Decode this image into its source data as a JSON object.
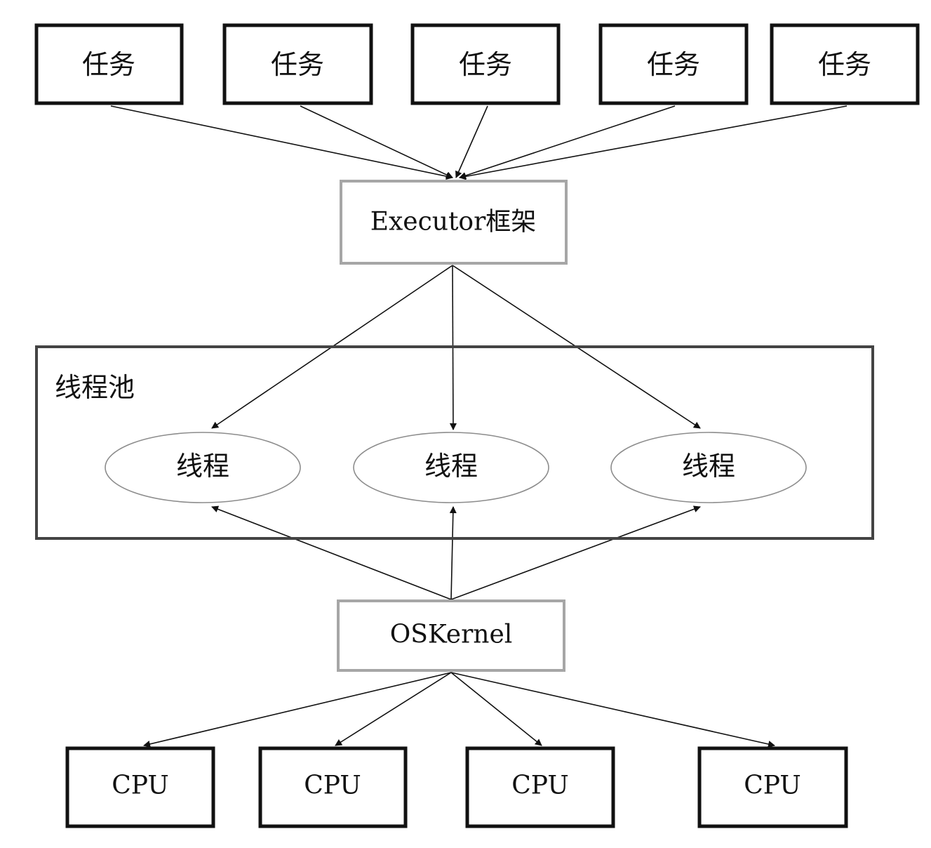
{
  "tasks": [
    {
      "label": "任务"
    },
    {
      "label": "任务"
    },
    {
      "label": "任务"
    },
    {
      "label": "任务"
    },
    {
      "label": "任务"
    }
  ],
  "executor": {
    "label": "Executor框架"
  },
  "pool": {
    "label": "线程池",
    "threads": [
      {
        "label": "线程"
      },
      {
        "label": "线程"
      },
      {
        "label": "线程"
      }
    ]
  },
  "kernel": {
    "label": "OSKernel"
  },
  "cpus": [
    {
      "label": "CPU"
    },
    {
      "label": "CPU"
    },
    {
      "label": "CPU"
    },
    {
      "label": "CPU"
    }
  ],
  "colors": {
    "dark_border": "#111111",
    "gray_border": "#a6a6a6",
    "ellipse_border": "#8c8c8c",
    "arrow": "#111111"
  }
}
